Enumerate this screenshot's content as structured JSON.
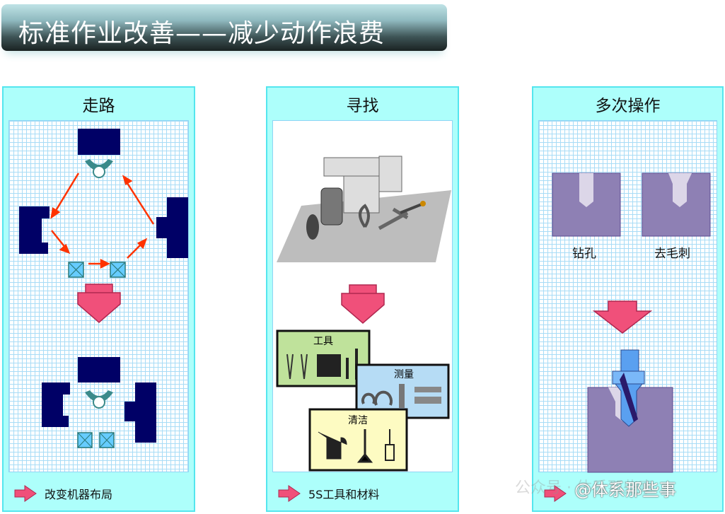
{
  "title": "标准作业改善——减少动作浪费",
  "panels": [
    {
      "title": "走路",
      "footer": "改变机器布局"
    },
    {
      "title": "寻找",
      "footer": "5S工具和材料",
      "boxes": {
        "tools": "工具",
        "measure": "测量",
        "clean": "清洁"
      }
    },
    {
      "title": "多次操作",
      "labels": {
        "drill": "钻孔",
        "deburr": "去毛刺"
      },
      "footer": ""
    }
  ],
  "watermark": {
    "faint": "公众号 · 体系那些事",
    "main": "@体系那些事"
  },
  "colors": {
    "panel_bg": "#adfffb",
    "machine": "#000066",
    "arrow_red": "#ff3300",
    "down_arrow": "#f0507a",
    "workpiece": "#8e80b4"
  }
}
